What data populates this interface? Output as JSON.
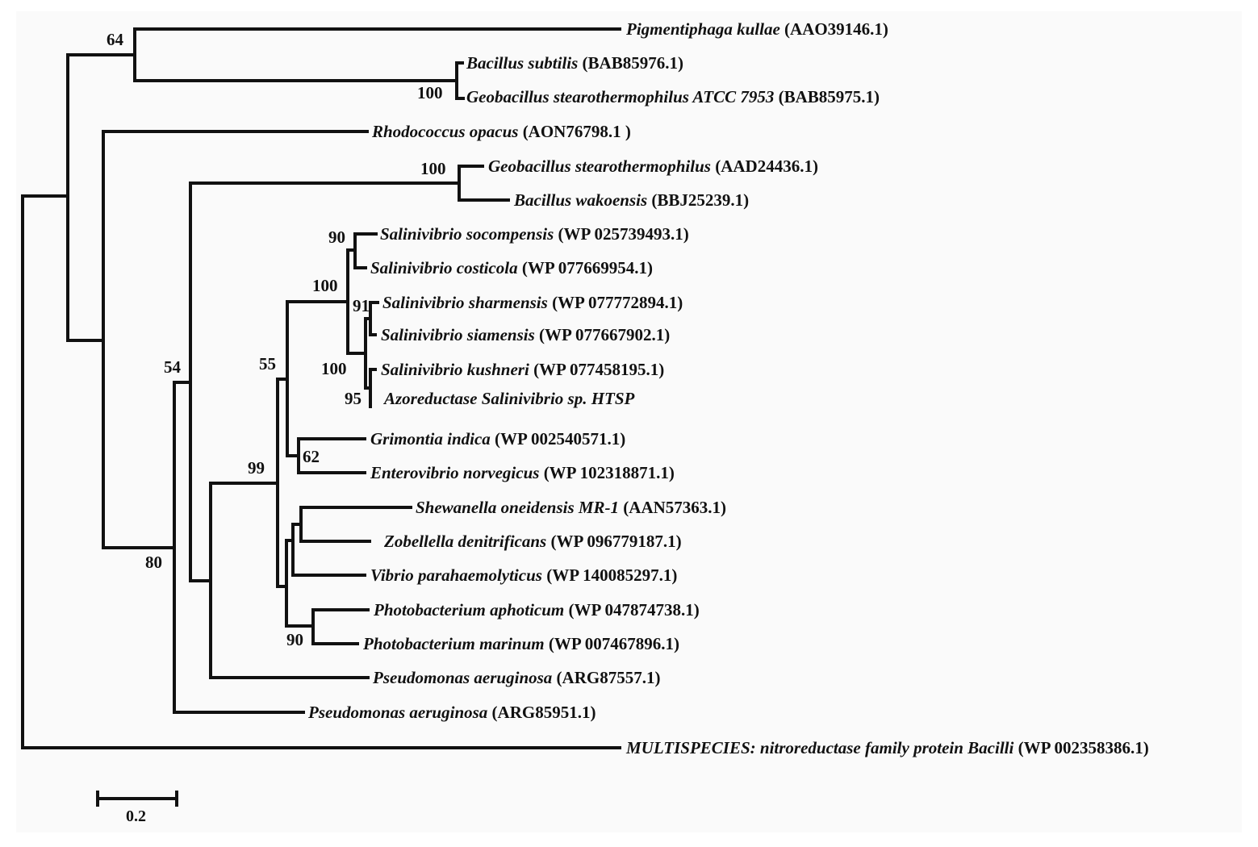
{
  "tree": {
    "taxa": [
      {
        "species": "Pigmentiphaga kullae",
        "accession": "(AAO39146.1)"
      },
      {
        "species": "Bacillus subtilis",
        "accession": "(BAB85976.1)"
      },
      {
        "species": "Geobacillus stearothermophilus ATCC 7953",
        "accession": "(BAB85975.1)"
      },
      {
        "species": "Rhodococcus opacus",
        "accession": "(AON76798.1 )"
      },
      {
        "species": "Geobacillus stearothermophilus",
        "accession": "(AAD24436.1)"
      },
      {
        "species": "Bacillus wakoensis",
        "accession": "(BBJ25239.1)"
      },
      {
        "species": "Salinivibrio socompensis",
        "accession": "(WP 025739493.1)"
      },
      {
        "species": "Salinivibrio costicola",
        "accession": "(WP 077669954.1)"
      },
      {
        "species": "Salinivibrio sharmensis",
        "accession": "(WP 077772894.1)"
      },
      {
        "species": "Salinivibrio siamensis",
        "accession": "(WP 077667902.1)"
      },
      {
        "species": "Salinivibrio kushneri",
        "accession": "(WP 077458195.1)"
      },
      {
        "species": "Azoreductase Salinivibrio sp. HTSP",
        "accession": ""
      },
      {
        "species": "Grimontia indica",
        "accession": "(WP 002540571.1)"
      },
      {
        "species": "Enterovibrio norvegicus",
        "accession": "(WP 102318871.1)"
      },
      {
        "species": "Shewanella oneidensis MR-1",
        "accession": "(AAN57363.1)"
      },
      {
        "species": "Zobellella denitrificans",
        "accession": "(WP 096779187.1)"
      },
      {
        "species": "Vibrio parahaemolyticus",
        "accession": "(WP 140085297.1)"
      },
      {
        "species": "Photobacterium aphoticum",
        "accession": "(WP 047874738.1)"
      },
      {
        "species": "Photobacterium marinum",
        "accession": "(WP 007467896.1)"
      },
      {
        "species": "Pseudomonas aeruginosa",
        "accession": "(ARG87557.1)"
      },
      {
        "species": "Pseudomonas aeruginosa",
        "accession": "(ARG85951.1)"
      },
      {
        "species": "MULTISPECIES: nitroreductase family protein Bacilli",
        "accession": "(WP 002358386.1)"
      }
    ],
    "bootstrap": [
      "64",
      "100",
      "100",
      "90",
      "100",
      "91",
      "100",
      "95",
      "55",
      "62",
      "54",
      "99",
      "90",
      "80"
    ],
    "scale_label": "0.2",
    "colors": {
      "line": "#111111",
      "highlight": "#1a6fc0"
    }
  }
}
